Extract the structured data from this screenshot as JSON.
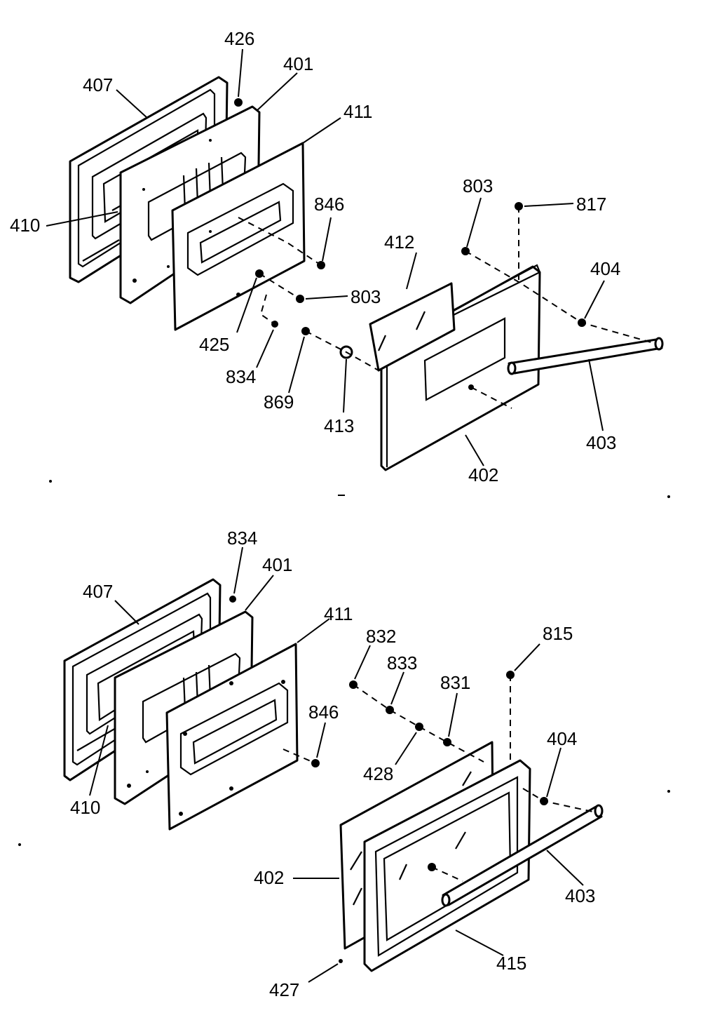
{
  "upper_assembly": {
    "callouts": {
      "c426": "426",
      "c401": "401",
      "c407": "407",
      "c411": "411",
      "c410": "410",
      "c846": "846",
      "c803a": "803",
      "c817": "817",
      "c412": "412",
      "c404": "404",
      "c803b": "803",
      "c425": "425",
      "c834": "834",
      "c869": "869",
      "c413": "413",
      "c403": "403",
      "c402": "402"
    }
  },
  "lower_assembly": {
    "callouts": {
      "c834": "834",
      "c401": "401",
      "c407": "407",
      "c411": "411",
      "c832": "832",
      "c815": "815",
      "c833": "833",
      "c831": "831",
      "c846": "846",
      "c404": "404",
      "c428": "428",
      "c410": "410",
      "c402": "402",
      "c403": "403",
      "c415": "415",
      "c427": "427"
    }
  }
}
